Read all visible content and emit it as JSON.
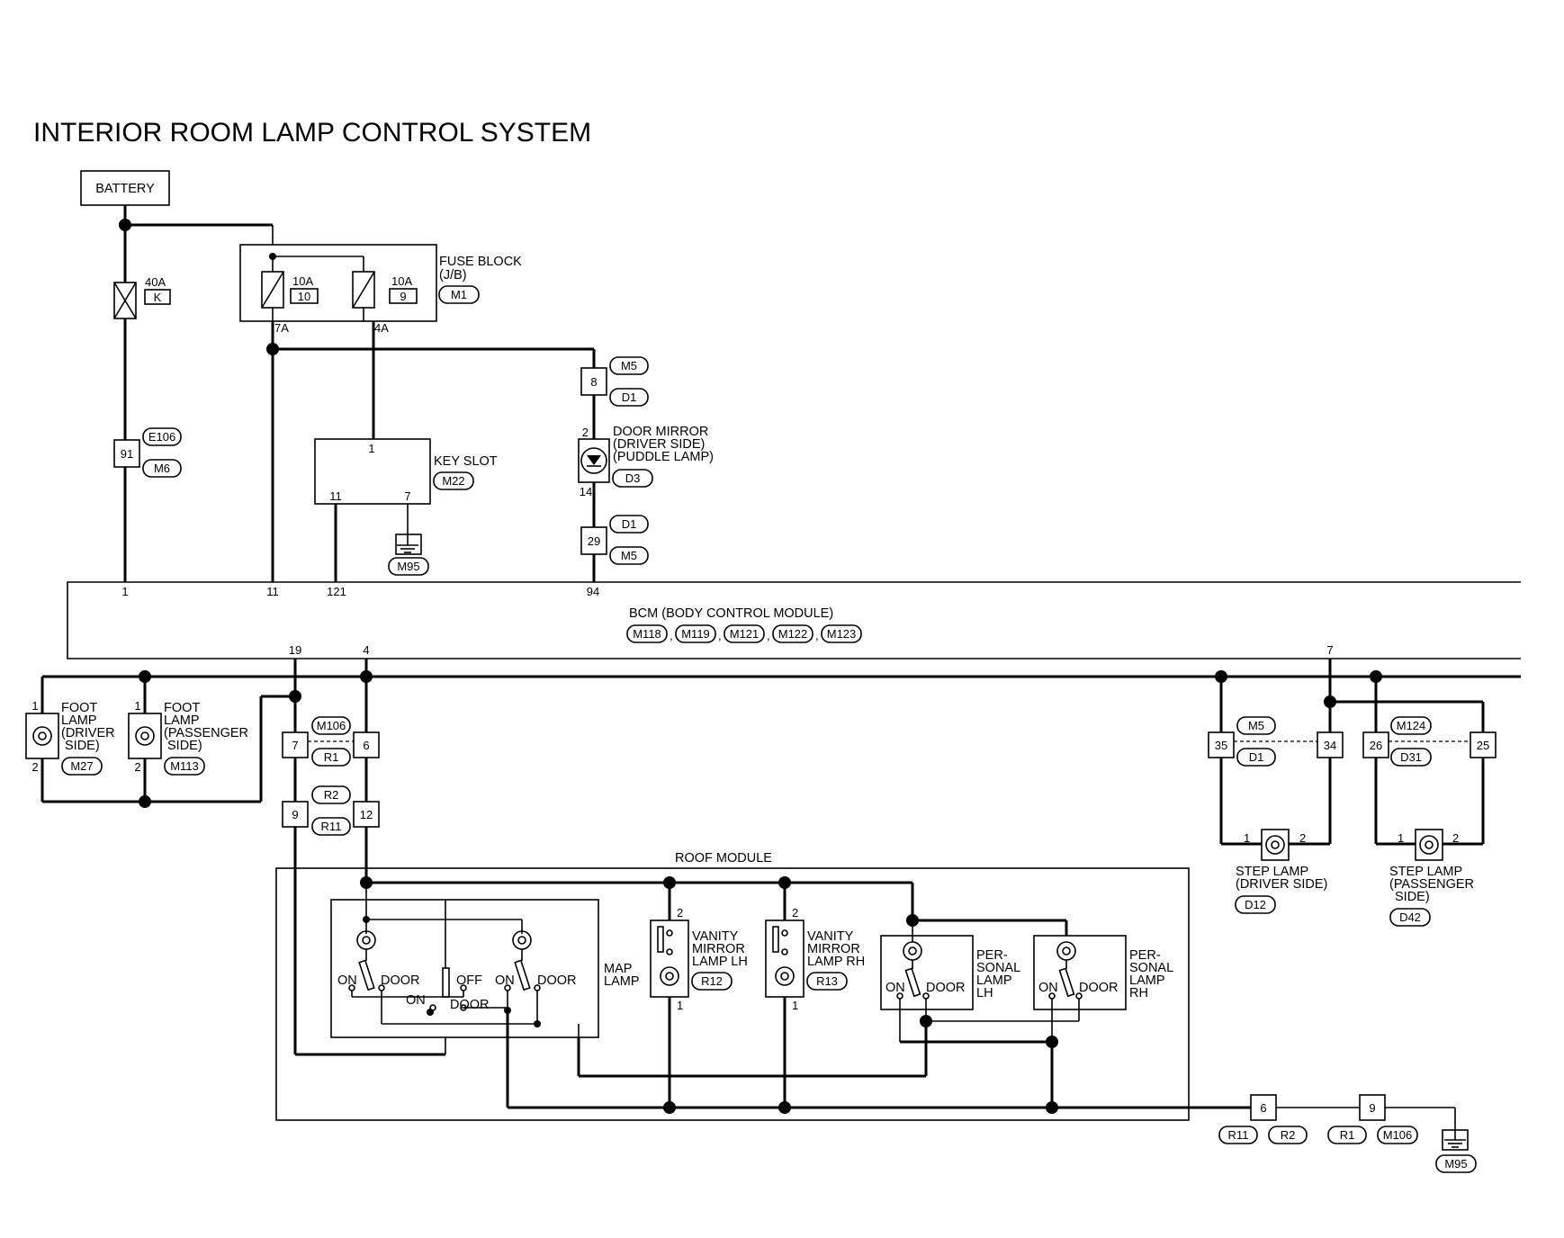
{
  "title": "INTERIOR ROOM LAMP CONTROL SYSTEM",
  "battery": "BATTERY",
  "fuse_main": {
    "rating": "40A",
    "code": "K"
  },
  "fuse_block": {
    "line1": "FUSE BLOCK",
    "line2": "(J/B)",
    "connector": "M1",
    "fuse_a": {
      "rating": "10A",
      "num": "10",
      "pin": "7A"
    },
    "fuse_b": {
      "rating": "10A",
      "num": "9",
      "pin": "4A"
    }
  },
  "joint_e106": {
    "pin": "91",
    "conn_a": "E106",
    "conn_b": "M6"
  },
  "key_slot": {
    "label": "KEY SLOT",
    "connector": "M22",
    "pin_top": "1",
    "pin_a": "11",
    "pin_b": "7"
  },
  "grounds": {
    "key_slot": "M95",
    "roof": "M95"
  },
  "door_mirror": {
    "line1": "DOOR MIRROR",
    "line2": "(DRIVER SIDE)",
    "line3": "(PUDDLE LAMP)",
    "connector": "D3",
    "pin_top": "2",
    "pin_bottom": "14",
    "joint_top": {
      "pin": "8",
      "conn_a": "M5",
      "conn_b": "D1"
    },
    "joint_bottom": {
      "pin": "29",
      "conn_a": "D1",
      "conn_b": "M5"
    }
  },
  "bcm": {
    "label": "BCM (BODY CONTROL MODULE)",
    "connectors": [
      "M118",
      "M119",
      "M121",
      "M122",
      "M123"
    ],
    "pins_top": [
      "1",
      "11",
      "121",
      "94"
    ],
    "pins_bottom": [
      "19",
      "4",
      "7"
    ]
  },
  "foot_lamp_driver": {
    "line1": "FOOT",
    "line2": "LAMP",
    "line3": "(DRIVER",
    "line4": "SIDE)",
    "connector": "M27",
    "pin1": "1",
    "pin2": "2"
  },
  "foot_lamp_passenger": {
    "line1": "FOOT",
    "line2": "LAMP",
    "line3": "(PASSENGER",
    "line4": "SIDE)",
    "connector": "M113",
    "pin1": "1",
    "pin2": "2"
  },
  "roof_joints": {
    "j1": {
      "pin_a": "7",
      "pin_b": "6",
      "conn_a": "M106",
      "conn_b": "R1"
    },
    "j2": {
      "pin_a": "9",
      "pin_b": "12",
      "conn_a": "R2",
      "conn_b": "R11"
    }
  },
  "roof_module": {
    "label": "ROOF MODULE",
    "map_lamp": {
      "line1": "MAP",
      "line2": "LAMP",
      "on": "ON",
      "door": "DOOR",
      "off": "OFF"
    },
    "vanity_lh": {
      "line1": "VANITY",
      "line2": "MIRROR",
      "line3": "LAMP LH",
      "connector": "R12",
      "pin_top": "2",
      "pin_bottom": "1"
    },
    "vanity_rh": {
      "line1": "VANITY",
      "line2": "MIRROR",
      "line3": "LAMP RH",
      "connector": "R13",
      "pin_top": "2",
      "pin_bottom": "1"
    },
    "personal_lh": {
      "line1": "PER-",
      "line2": "SONAL",
      "line3": "LAMP",
      "line4": "LH",
      "on": "ON",
      "door": "DOOR"
    },
    "personal_rh": {
      "line1": "PER-",
      "line2": "SONAL",
      "line3": "LAMP",
      "line4": "RH",
      "on": "ON",
      "door": "DOOR"
    }
  },
  "ground_joints": {
    "j1": {
      "pin": "6",
      "conn_a": "R11",
      "conn_b": "R2"
    },
    "j2": {
      "pin": "9",
      "conn_a": "R1",
      "conn_b": "M106"
    }
  },
  "step_joint_driver": {
    "pin_a": "35",
    "pin_b": "34",
    "conn_a": "M5",
    "conn_b": "D1"
  },
  "step_joint_passenger": {
    "pin_a": "26",
    "pin_b": "25",
    "conn_a": "M124",
    "conn_b": "D31"
  },
  "step_lamp_driver": {
    "line1": "STEP LAMP",
    "line2": "(DRIVER SIDE)",
    "connector": "D12",
    "pin1": "1",
    "pin2": "2"
  },
  "step_lamp_passenger": {
    "line1": "STEP LAMP",
    "line2": "(PASSENGER",
    "line3": "SIDE)",
    "connector": "D42",
    "pin1": "1",
    "pin2": "2"
  }
}
